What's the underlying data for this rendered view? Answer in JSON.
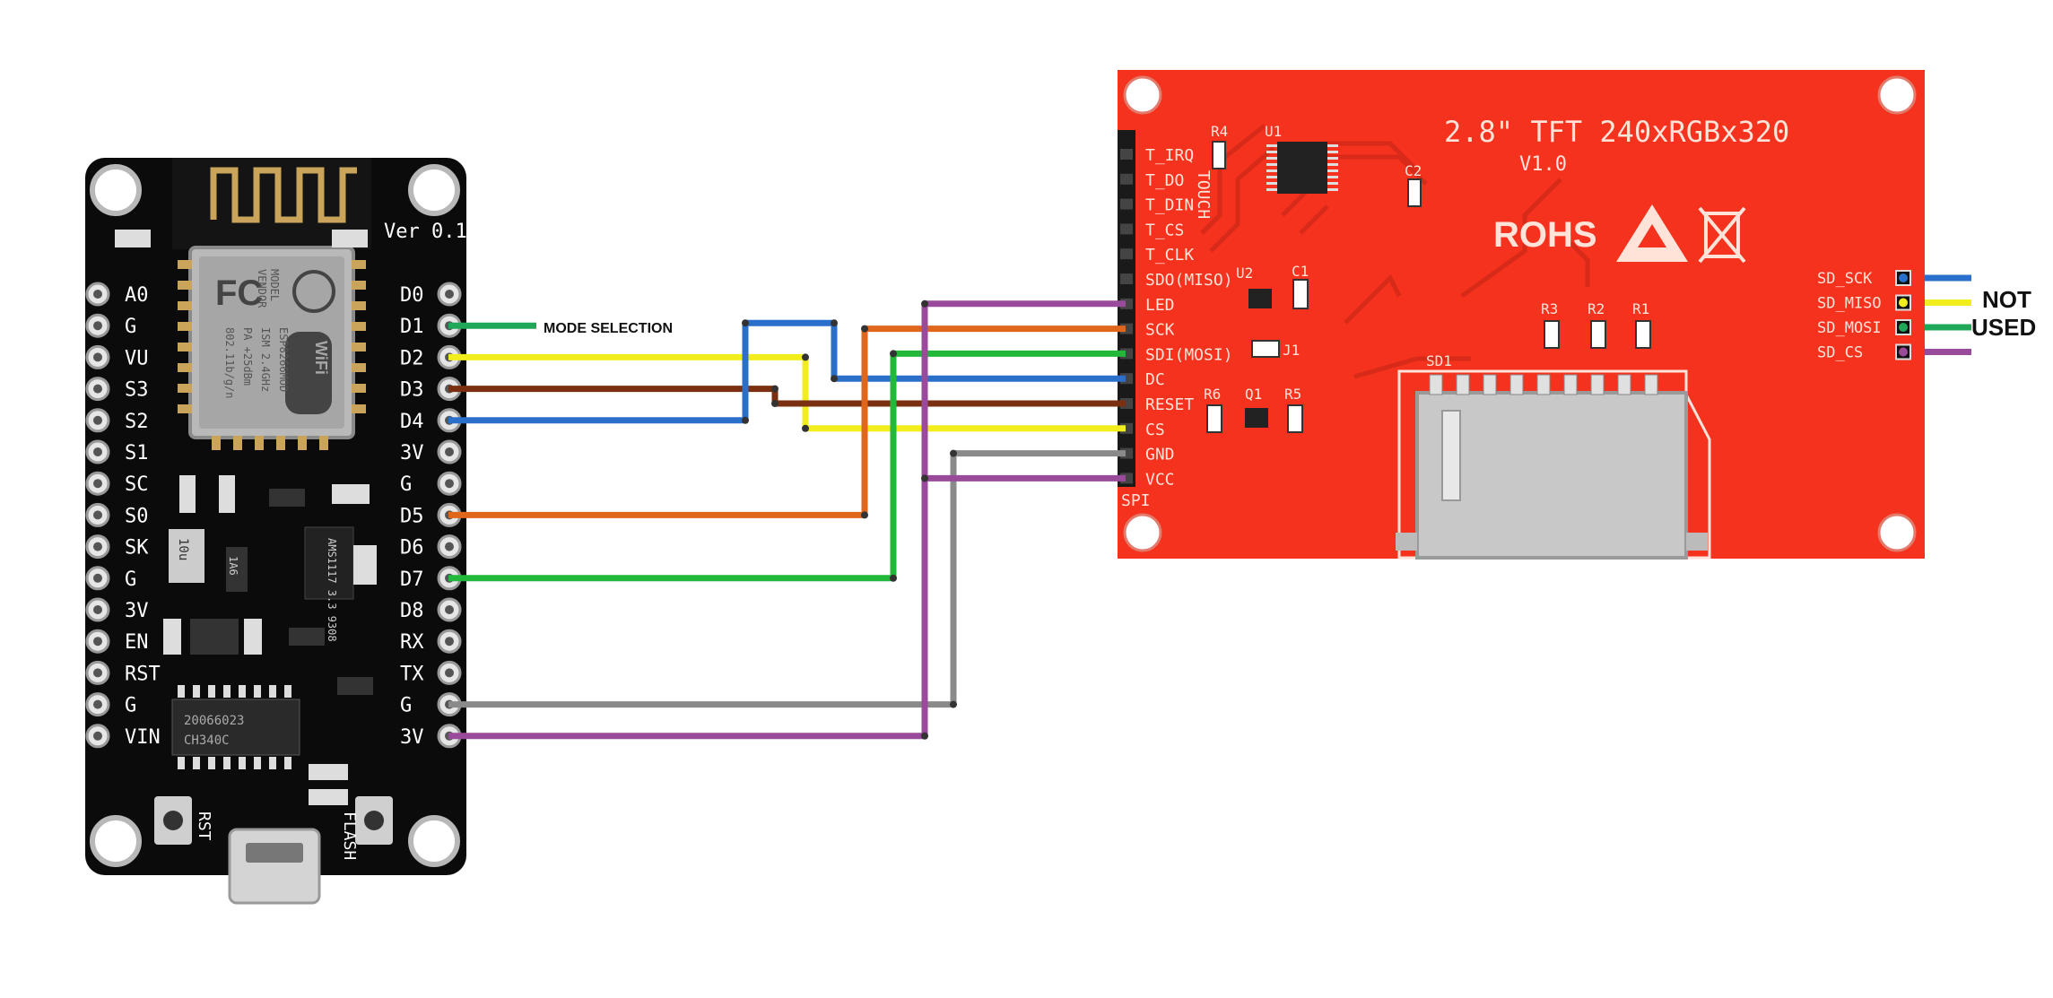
{
  "nodemcu": {
    "version": "Ver 0.1",
    "left_pins": [
      "A0",
      "G",
      "VU",
      "S3",
      "S2",
      "S1",
      "SC",
      "S0",
      "SK",
      "G",
      "3V",
      "EN",
      "RST",
      "G",
      "VIN"
    ],
    "right_pins": [
      "D0",
      "D1",
      "D2",
      "D3",
      "D4",
      "3V",
      "G",
      "D5",
      "D6",
      "D7",
      "D8",
      "RX",
      "TX",
      "G",
      "3V"
    ],
    "module_text": [
      "MODEL",
      "VENDOR",
      "ESP8266MOD",
      "ISM 2.4GHz",
      "PA +25dBm",
      "802.11b/g/n"
    ],
    "usb_chip": "CH340C",
    "usb_chip_code": "20066023",
    "regulator": "AMS1117 3.3 9308",
    "ldo": "1A6",
    "cap": "10u",
    "rst_label": "RST",
    "flash_label": "FLASH",
    "brand_fc": "FC",
    "brand_wifi": "WiFi"
  },
  "tft": {
    "title": "2.8\" TFT 240xRGBx320",
    "version": "V1.0",
    "rohs": "ROHS",
    "spi_label": "SPI",
    "touch_label": "TOUCH",
    "pins": [
      "T_IRQ",
      "T_DO",
      "T_DIN",
      "T_CS",
      "T_CLK",
      "SDO(MISO)",
      "LED",
      "SCK",
      "SDI(MOSI)",
      "DC",
      "RESET",
      "CS",
      "GND",
      "VCC"
    ],
    "sd_pins": [
      "SD_SCK",
      "SD_MISO",
      "SD_MOSI",
      "SD_CS"
    ],
    "components": [
      "R4",
      "U1",
      "C2",
      "U2",
      "C1",
      "J1",
      "R6",
      "Q1",
      "R5",
      "R3",
      "R2",
      "R1",
      "SD1"
    ]
  },
  "annotations": {
    "mode_selection": "MODE SELECTION",
    "not_used_line1": "NOT",
    "not_used_line2": "USED"
  },
  "wires": [
    {
      "from": "D1",
      "to": "MODE SELECTION",
      "color": "#1fa85a"
    },
    {
      "from": "D2",
      "to": "CS",
      "color": "#f2ee1e"
    },
    {
      "from": "D3",
      "to": "RESET",
      "color": "#7a3010"
    },
    {
      "from": "D4",
      "to": "DC",
      "color": "#2a6fc9"
    },
    {
      "from": "D5",
      "to": "SCK",
      "color": "#e0661c"
    },
    {
      "from": "D7",
      "to": "SDI(MOSI)",
      "color": "#22b83a"
    },
    {
      "from": "G",
      "to": "GND",
      "color": "#8a8a8a"
    },
    {
      "from": "3V",
      "to": "LED",
      "color": "#9a4a9a"
    },
    {
      "from": "3V",
      "to": "VCC",
      "color": "#9a4a9a"
    }
  ],
  "colors": {
    "board": "#0b0b0b",
    "tft_board": "#f5321e",
    "sd_wire_sck": "#2a6fc9",
    "sd_wire_miso": "#f2ee1e",
    "sd_wire_mosi": "#1fa85a",
    "sd_wire_cs": "#9a4a9a"
  }
}
